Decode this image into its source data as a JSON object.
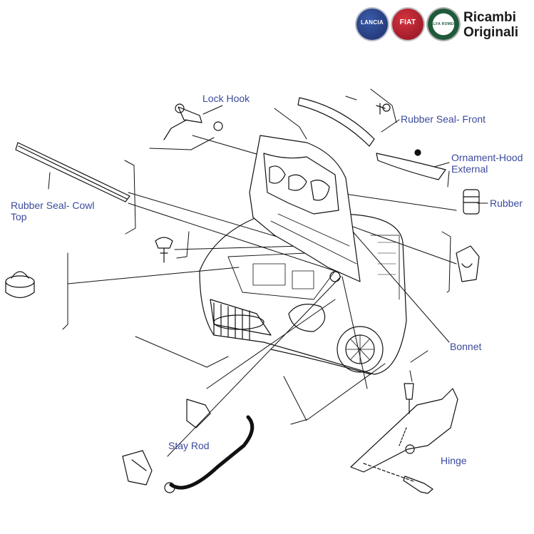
{
  "branding": {
    "lancia_badge": "LANCIA",
    "fiat_badge": "FIAT",
    "alfa_badge": "ALFA ROMEO",
    "title_line1": "Ricambi",
    "title_line2": "Originali",
    "colors": {
      "lancia": "#1d2f6b",
      "fiat": "#a2182a",
      "alfa": "#1f5a3a"
    }
  },
  "labels": {
    "lock_hook": "Lock Hook",
    "rubber_seal_front": "Rubber Seal- Front",
    "ornament_hood_line1": "Ornament-Hood",
    "ornament_hood_line2": "External",
    "rubber": "Rubber",
    "rubber_seal_cowl_line1": "Rubber Seal- Cowl",
    "rubber_seal_cowl_line2": "Top",
    "bonnet": "Bonnet",
    "stay_rod": "Stay Rod",
    "hinge": "Hinge"
  },
  "colors": {
    "label": "#3b4a9c",
    "line": "#111111"
  }
}
